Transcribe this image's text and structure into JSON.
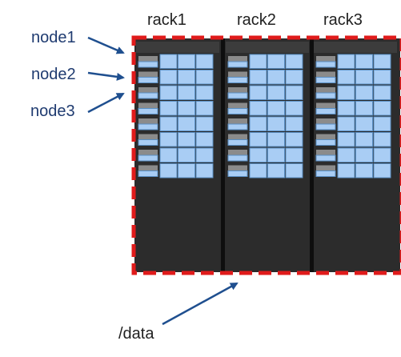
{
  "racks": {
    "labels": [
      "rack1",
      "rack2",
      "rack3"
    ]
  },
  "nodes": {
    "labels": [
      "node1",
      "node2",
      "node3"
    ]
  },
  "storage": {
    "label": "/data"
  },
  "colors": {
    "rack_body": "#2c2c2c",
    "rack_top": "#3c3c3c",
    "rack_divider": "#0e0e0e",
    "cell_fill": "#a9cdf4",
    "cell_border": "#5a8fc4",
    "slot_grey": "#8b8b8b",
    "dash_border": "#e01b1b",
    "arrow": "#1f4f8f",
    "label_text": "#1f1f1f",
    "node_text": "#1f3b70"
  },
  "grid": {
    "rows_per_rack": 8,
    "cells_per_row": 4
  }
}
